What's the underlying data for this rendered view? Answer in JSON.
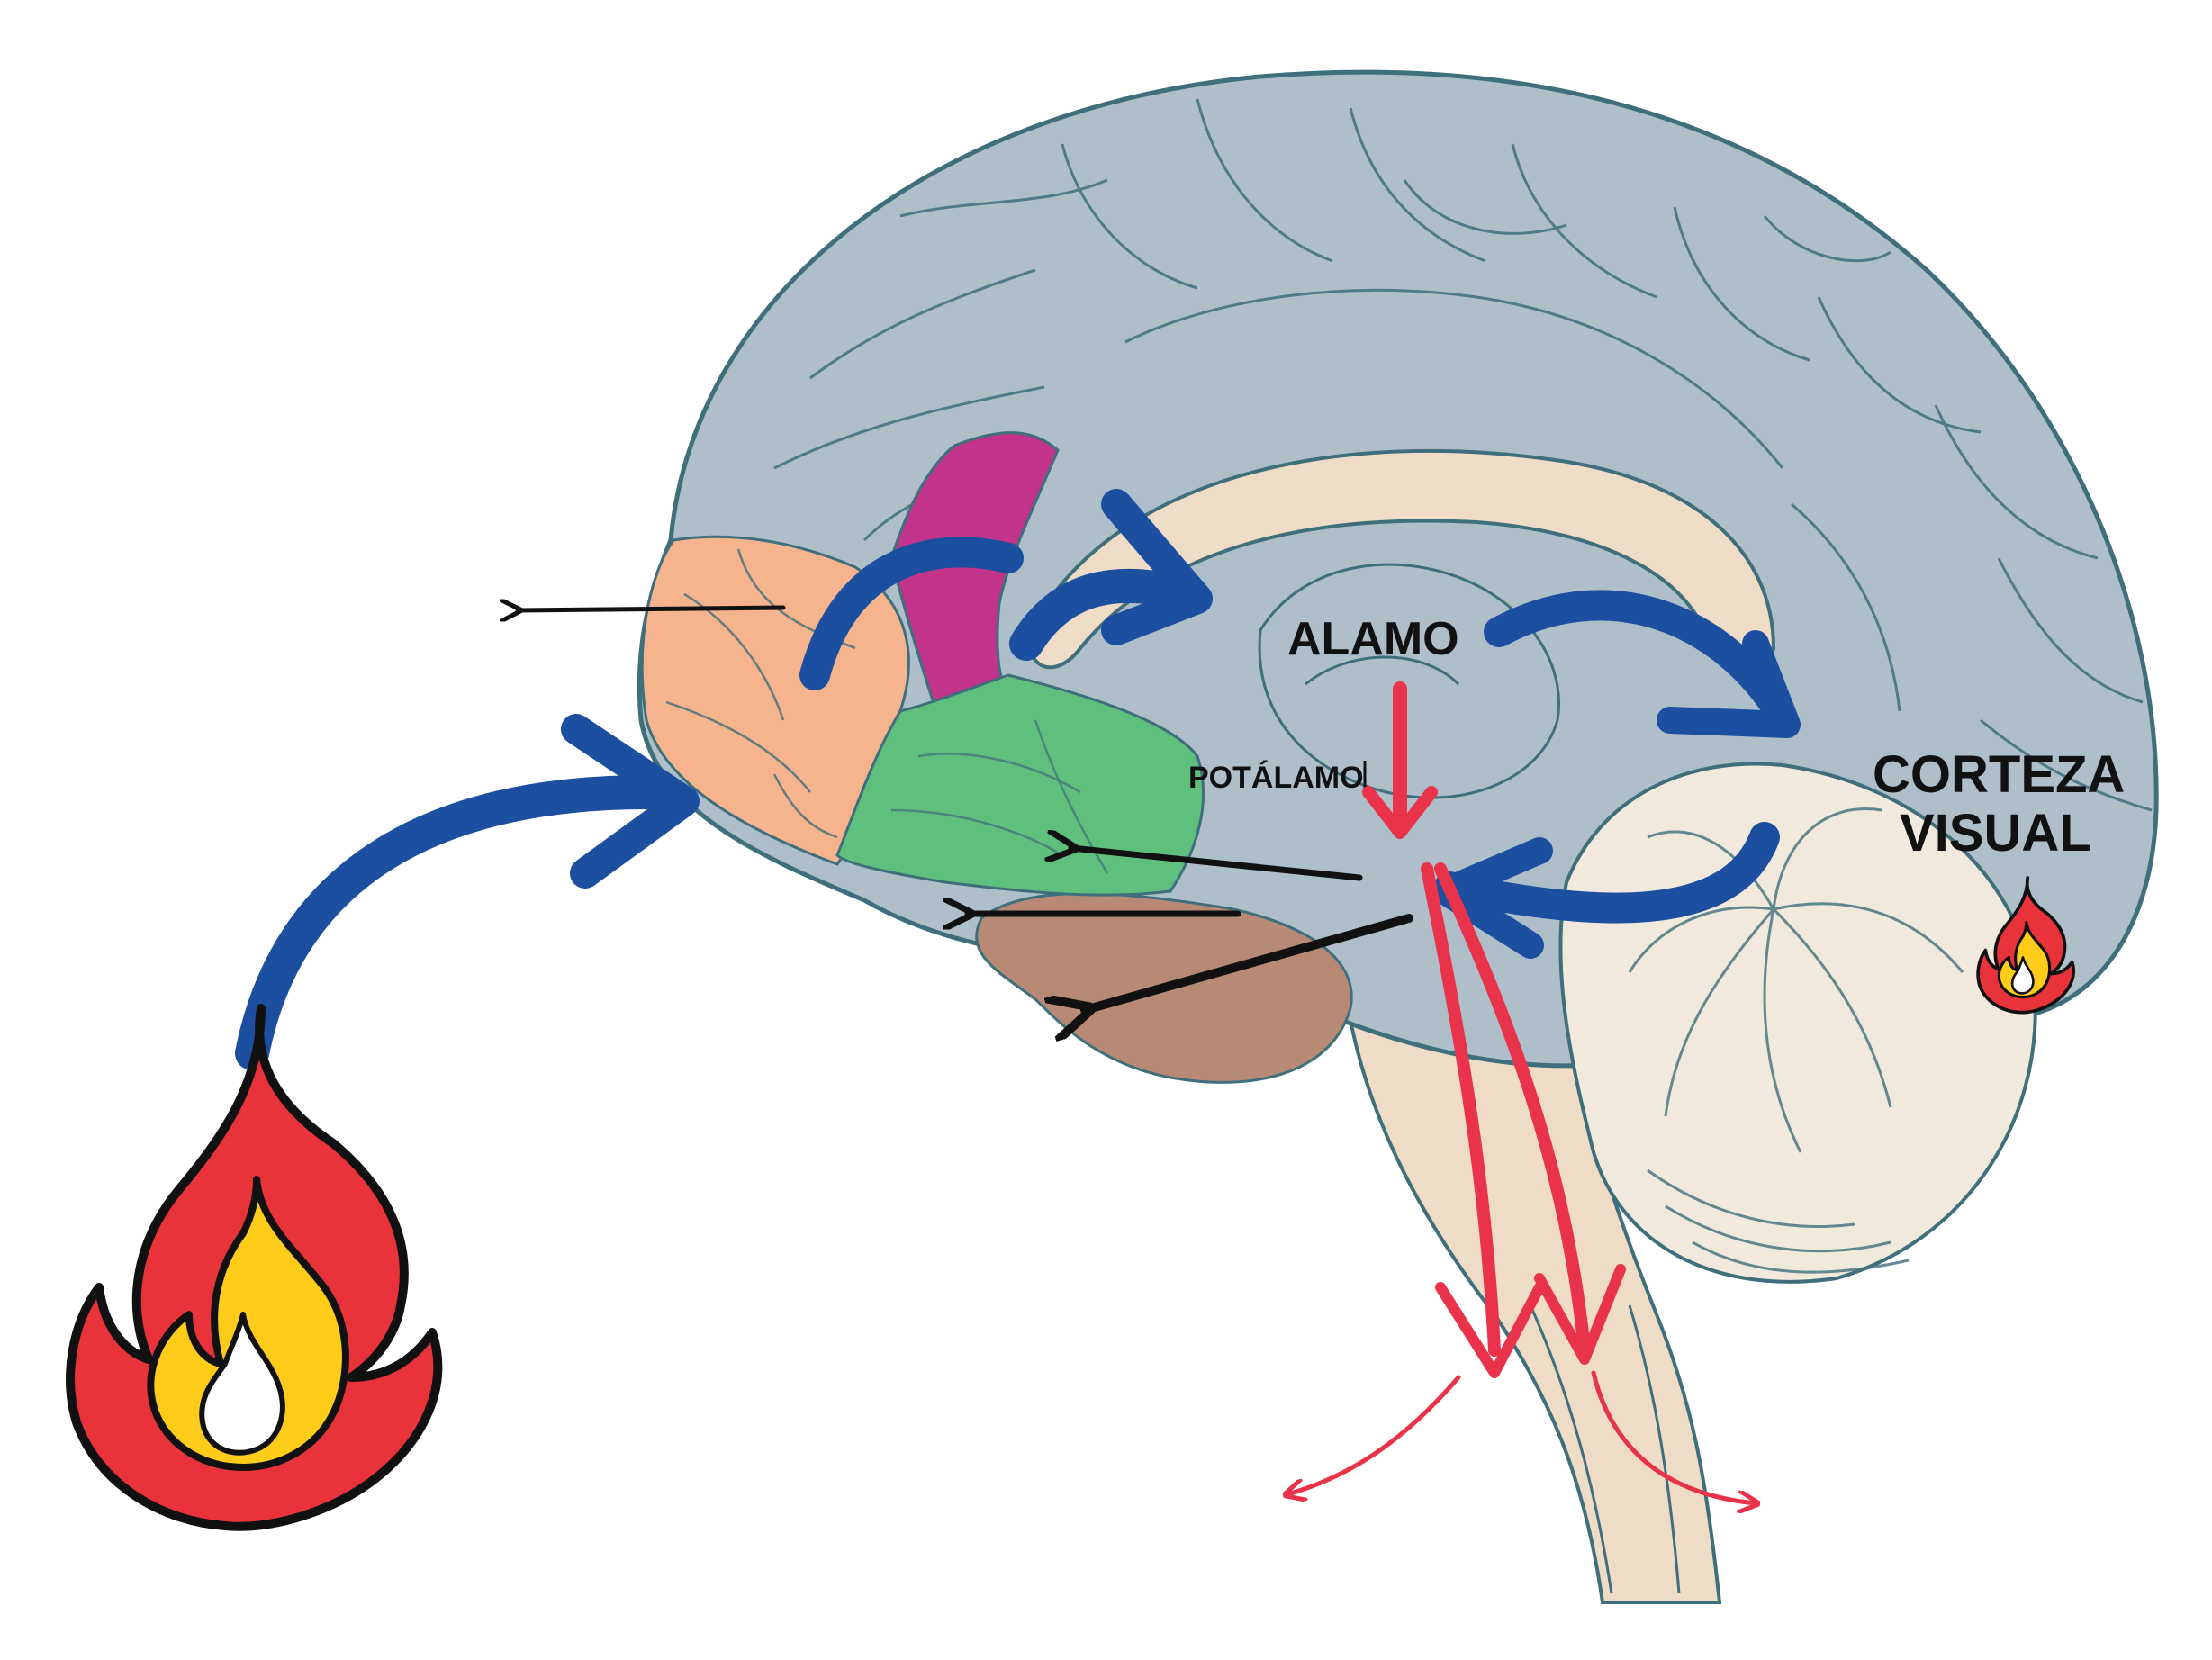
{
  "labels": {
    "thalamus": "ALAMO",
    "hypothalamus": "POTÁLAMO",
    "visual_cortex_line1": "CORTEZA",
    "visual_cortex_line2": "VISUAL"
  },
  "icons": {
    "stimulus": "fire-icon",
    "visual_cortex_marker": "fire-icon"
  },
  "colors": {
    "cortex": "#aebfc9",
    "cortex_outline": "#3f6f7c",
    "prefrontal": "#f5b38e",
    "cingulate": "#c2338a",
    "orbitofrontal": "#5fbf7d",
    "temporal": "#b88a76",
    "inner_structures": "#efdcc6",
    "cerebellum": "#f1e9dc",
    "pathway_blue": "#1c4fa0",
    "pathway_red": "#e8334a",
    "pathway_black": "#111111",
    "flame_red": "#e8333a",
    "flame_yellow": "#ffcc1a"
  }
}
